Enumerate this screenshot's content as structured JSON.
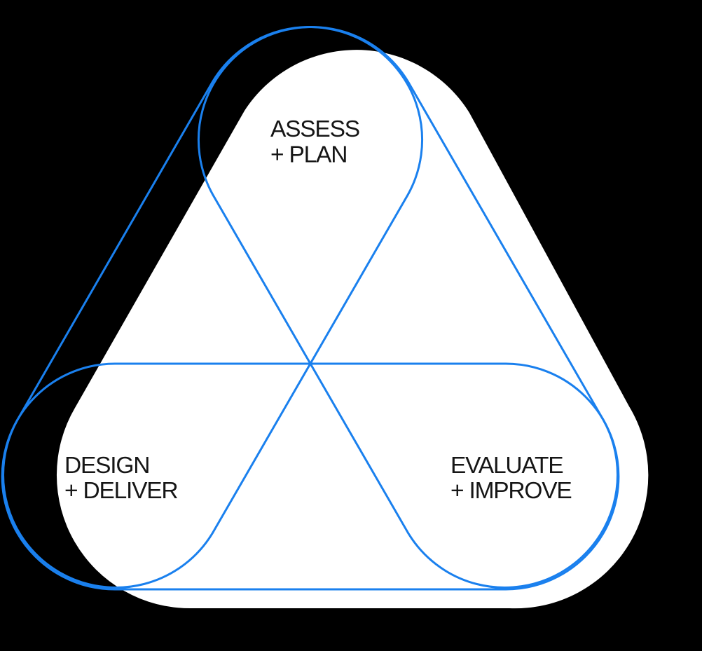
{
  "colors": {
    "background": "#000000",
    "shape_fill": "#ffffff",
    "loop_line": "#1a80ee",
    "label_text": "#161616"
  },
  "diagram": {
    "kind": "process-cycle-triangle",
    "nodes": [
      {
        "id": "assess-plan",
        "position": "top",
        "label_lines": [
          "ASSESS",
          "+ PLAN"
        ]
      },
      {
        "id": "design-deliver",
        "position": "bottom-left",
        "label_lines": [
          "DESIGN",
          "+ DELIVER"
        ]
      },
      {
        "id": "evaluate-improve",
        "position": "bottom-right",
        "label_lines": [
          "EVALUATE",
          "+ IMPROVE"
        ]
      }
    ]
  }
}
